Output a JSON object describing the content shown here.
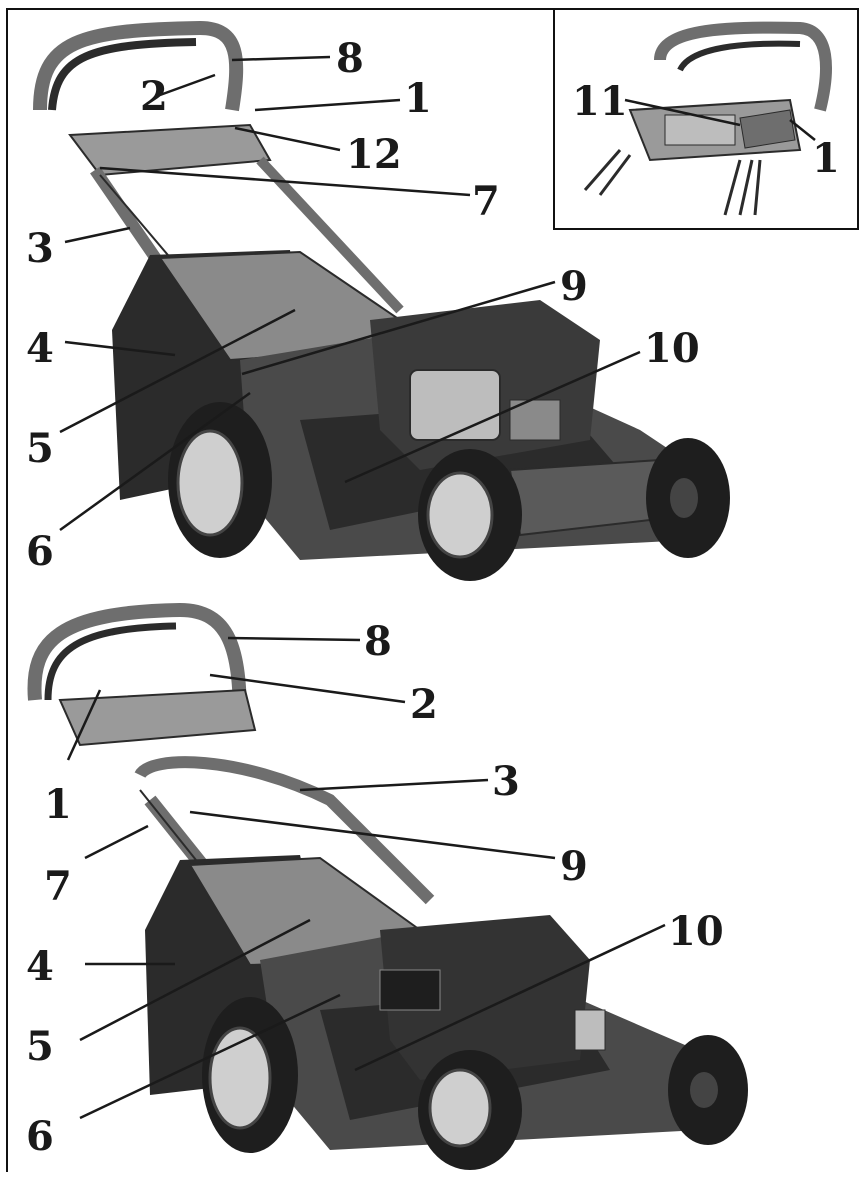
{
  "colors": {
    "ink": "#1a1a1a",
    "body_dark": "#2b2b2b",
    "body_mid": "#6e6e6e",
    "body_light": "#bdbdbd",
    "panel": "#9a9a9a"
  },
  "figure_top": {
    "callouts": [
      "8",
      "2",
      "1",
      "12",
      "7",
      "3",
      "9",
      "4",
      "10",
      "5",
      "6"
    ]
  },
  "figure_inset": {
    "callouts": [
      "11",
      "1"
    ]
  },
  "figure_bottom": {
    "callouts": [
      "8",
      "2",
      "3",
      "1",
      "9",
      "7",
      "4",
      "10",
      "5",
      "6"
    ]
  }
}
